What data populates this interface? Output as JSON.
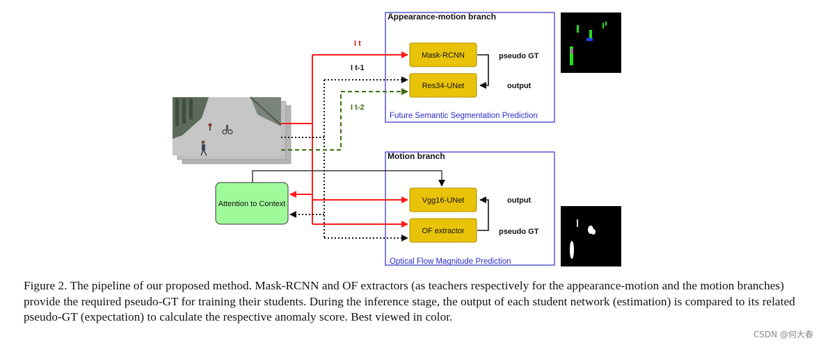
{
  "branches": {
    "appearance": {
      "title": "Appearance-motion branch",
      "subtitle": "Future Semantic Segmentation Prediction",
      "teacher": "Mask-RCNN",
      "student": "Res34-UNet",
      "teacher_out": "pseudo GT",
      "student_out": "output"
    },
    "motion": {
      "title": "Motion branch",
      "subtitle": "Optical Flow Magnitude Prediction",
      "student": "Vgg16-UNet",
      "teacher": "OF extractor",
      "student_out": "output",
      "teacher_out": "pseudo GT"
    }
  },
  "inputs": {
    "t": "I t",
    "t1": "I t-1",
    "t2": "I t-2"
  },
  "attention": "Attention to Context",
  "colors": {
    "red": "#ff1a1a",
    "green_dashed": "#3b6e11",
    "box_yellow": "#e9c309",
    "box_yellow_border": "#b08e00",
    "attention_green": "#9ffa9a",
    "branch_border": "#2b2bcc",
    "subtitle_blue": "#2b2bcc",
    "label_t_red": "#c81414",
    "label_t2_green": "#3b6e11"
  },
  "caption": "Figure 2. The pipeline of our proposed method. Mask-RCNN and OF extractors (as teachers respectively for the appearance-motion and the motion branches) provide the required pseudo-GT for training their students. During the inference stage, the output of each student network (estimation) is compared to its related pseudo-GT (expectation) to calculate the respective anomaly score. Best viewed in color.",
  "watermark": "CSDN @何大春"
}
